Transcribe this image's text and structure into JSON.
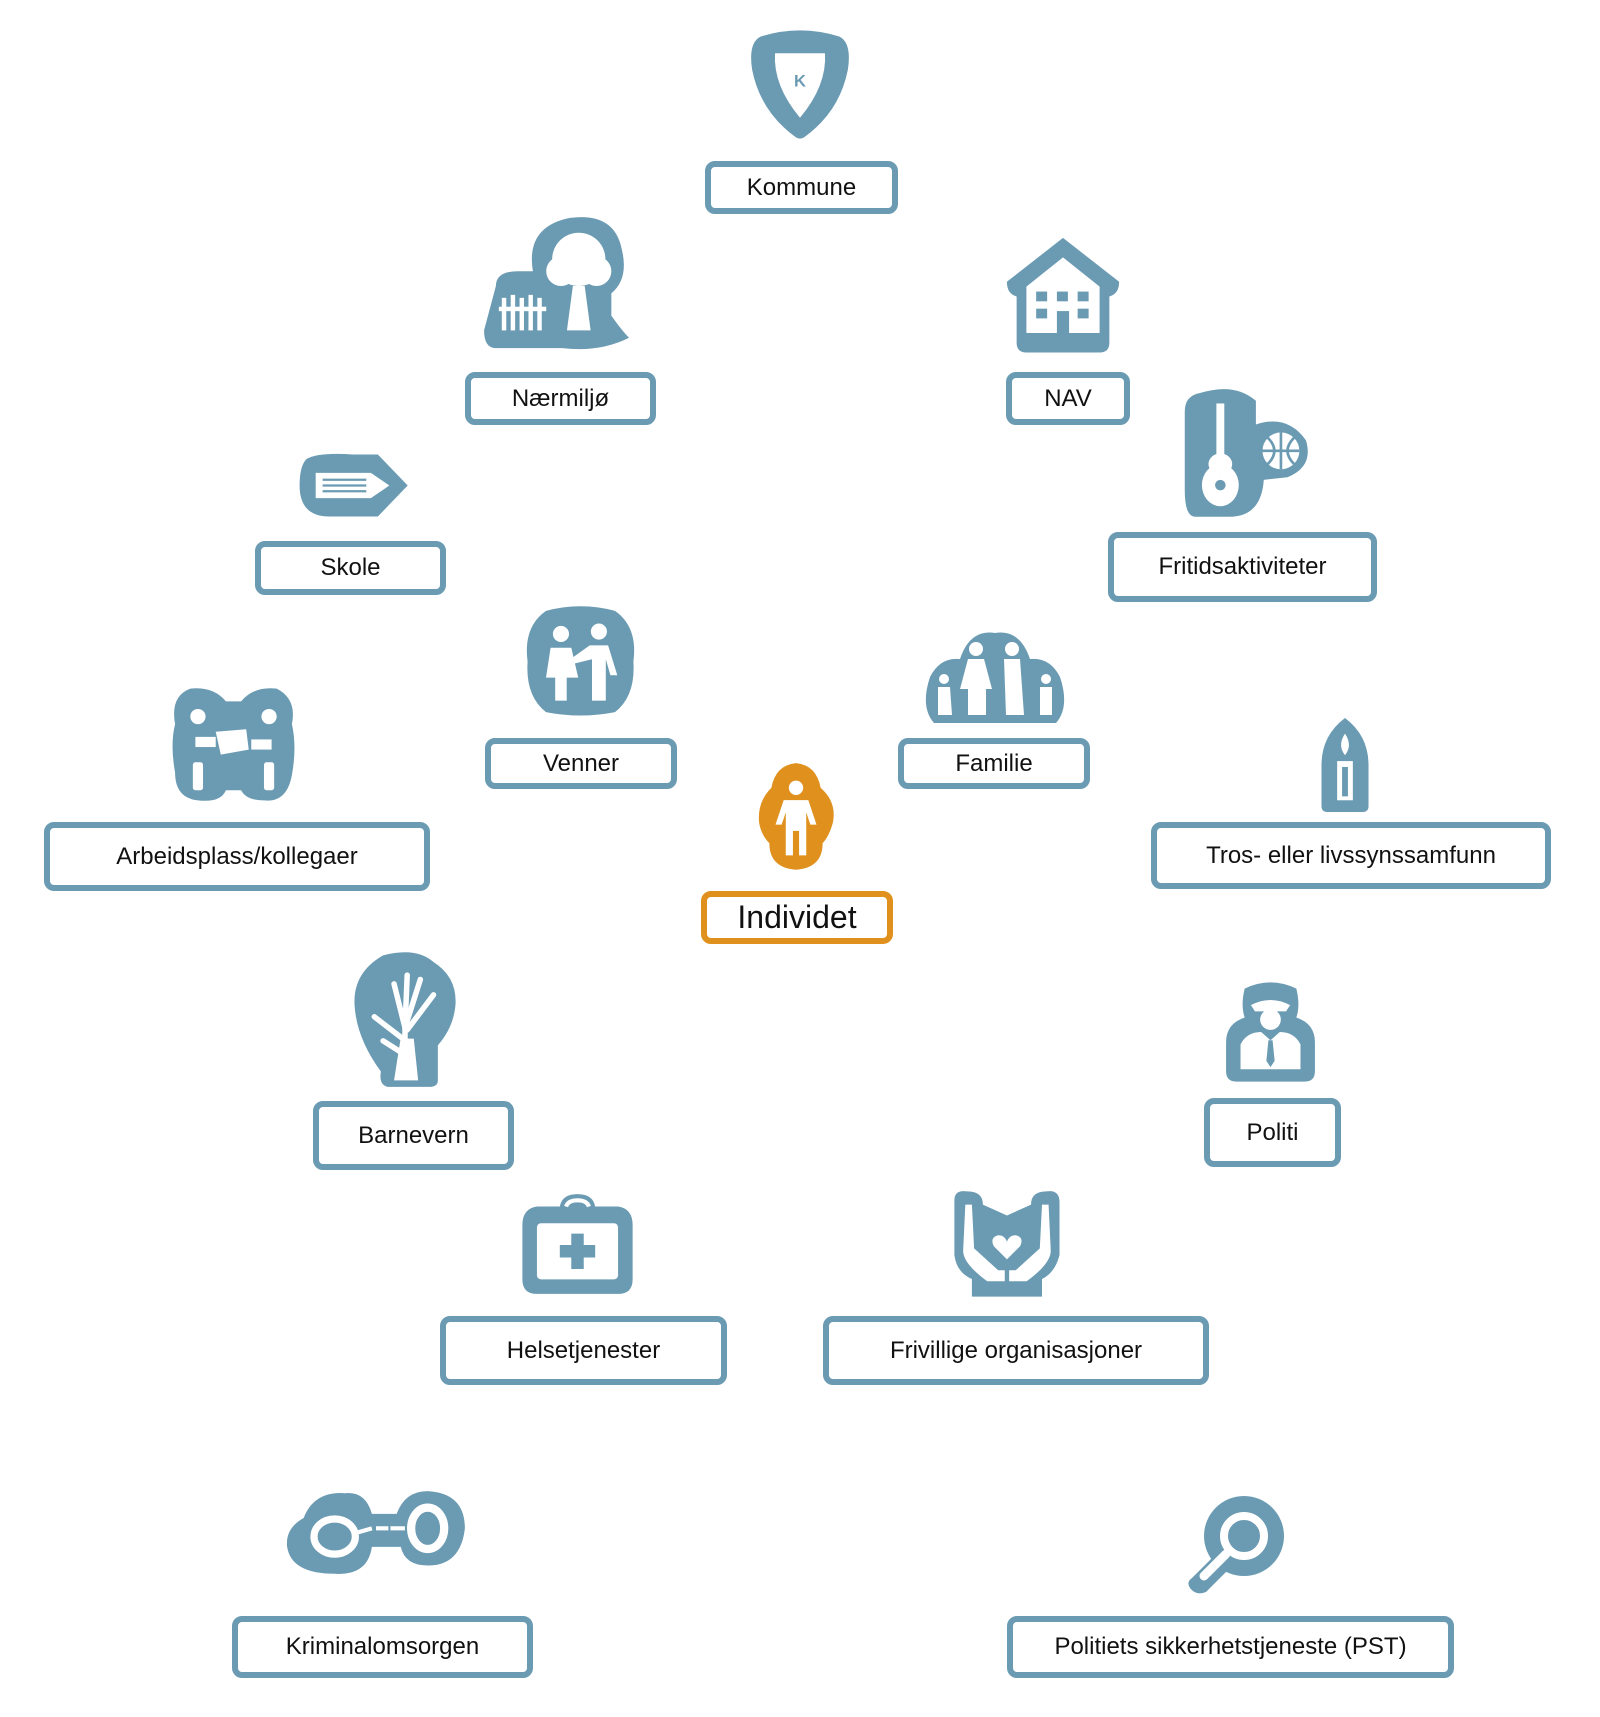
{
  "colors": {
    "primary": "#6b9bb3",
    "center": "#e0901c",
    "label_text": "#111111"
  },
  "center": {
    "label": "Individet",
    "icon": "person-icon"
  },
  "nodes": [
    {
      "label": "Kommune",
      "icon": "shield-icon",
      "icon_letter": "K"
    },
    {
      "label": "Nærmiljø",
      "icon": "tree-fence-icon"
    },
    {
      "label": "NAV",
      "icon": "building-icon"
    },
    {
      "label": "Skole",
      "icon": "pencil-icon"
    },
    {
      "label": "Fritidsaktiviteter",
      "icon": "guitar-ball-icon"
    },
    {
      "label": "Venner",
      "icon": "friends-icon"
    },
    {
      "label": "Familie",
      "icon": "family-icon"
    },
    {
      "label": "Arbeidsplass/kollegaer",
      "icon": "coworkers-icon"
    },
    {
      "label": "Tros- eller livssynssamfunn",
      "icon": "candle-icon"
    },
    {
      "label": "Barnevern",
      "icon": "hands-icon"
    },
    {
      "label": "Politi",
      "icon": "police-icon"
    },
    {
      "label": "Helsetjenester",
      "icon": "medical-bag-icon"
    },
    {
      "label": "Frivillige organisasjoner",
      "icon": "heart-hands-icon"
    },
    {
      "label": "Kriminalomsorgen",
      "icon": "handcuffs-icon"
    },
    {
      "label": "Politiets sikkerhetstjeneste (PST)",
      "icon": "magnifier-icon"
    }
  ]
}
